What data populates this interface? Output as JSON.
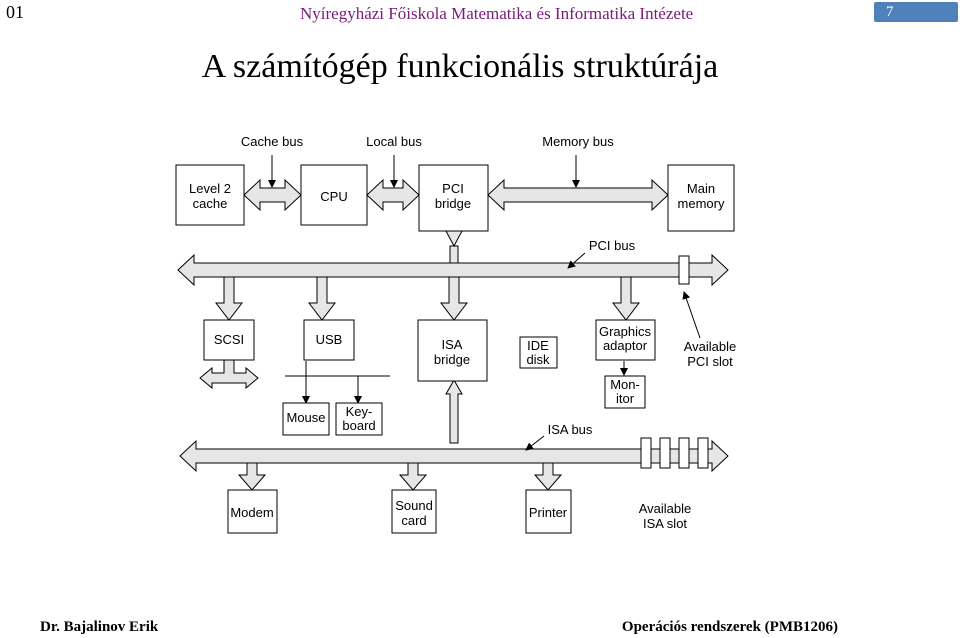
{
  "header": {
    "slide_number": "01",
    "institution": "Nyíregyházi Főiskola Matematika és Informatika Intézete",
    "page_number": "7"
  },
  "title": "A számítógép funkcionális struktúrája",
  "diagram": {
    "bus_labels": {
      "cache_bus": "Cache bus",
      "local_bus": "Local bus",
      "memory_bus": "Memory bus",
      "pci_bus": "PCI bus",
      "isa_bus": "ISA bus"
    },
    "boxes": {
      "level2_cache": [
        "Level 2",
        "cache"
      ],
      "cpu": [
        "CPU"
      ],
      "pci_bridge": [
        "PCI",
        "bridge"
      ],
      "main_memory": [
        "Main",
        "memory"
      ],
      "scsi": [
        "SCSI"
      ],
      "usb": [
        "USB"
      ],
      "isa_bridge": [
        "ISA",
        "bridge"
      ],
      "ide_disk": [
        "IDE",
        "disk"
      ],
      "graphics_adaptor": [
        "Graphics",
        "adaptor"
      ],
      "available_pci_slot": [
        "Available",
        "PCI slot"
      ],
      "mouse": [
        "Mouse"
      ],
      "keyboard": [
        "Key-",
        "board"
      ],
      "monitor": [
        "Mon-",
        "itor"
      ],
      "modem": [
        "Modem"
      ],
      "sound_card": [
        "Sound",
        "card"
      ],
      "printer": [
        "Printer"
      ],
      "available_isa_slot": [
        "Available",
        "ISA slot"
      ]
    }
  },
  "footer": {
    "author": "Dr. Bajalinov Erik",
    "course": "Operációs rendszerek (PMB1206)"
  }
}
